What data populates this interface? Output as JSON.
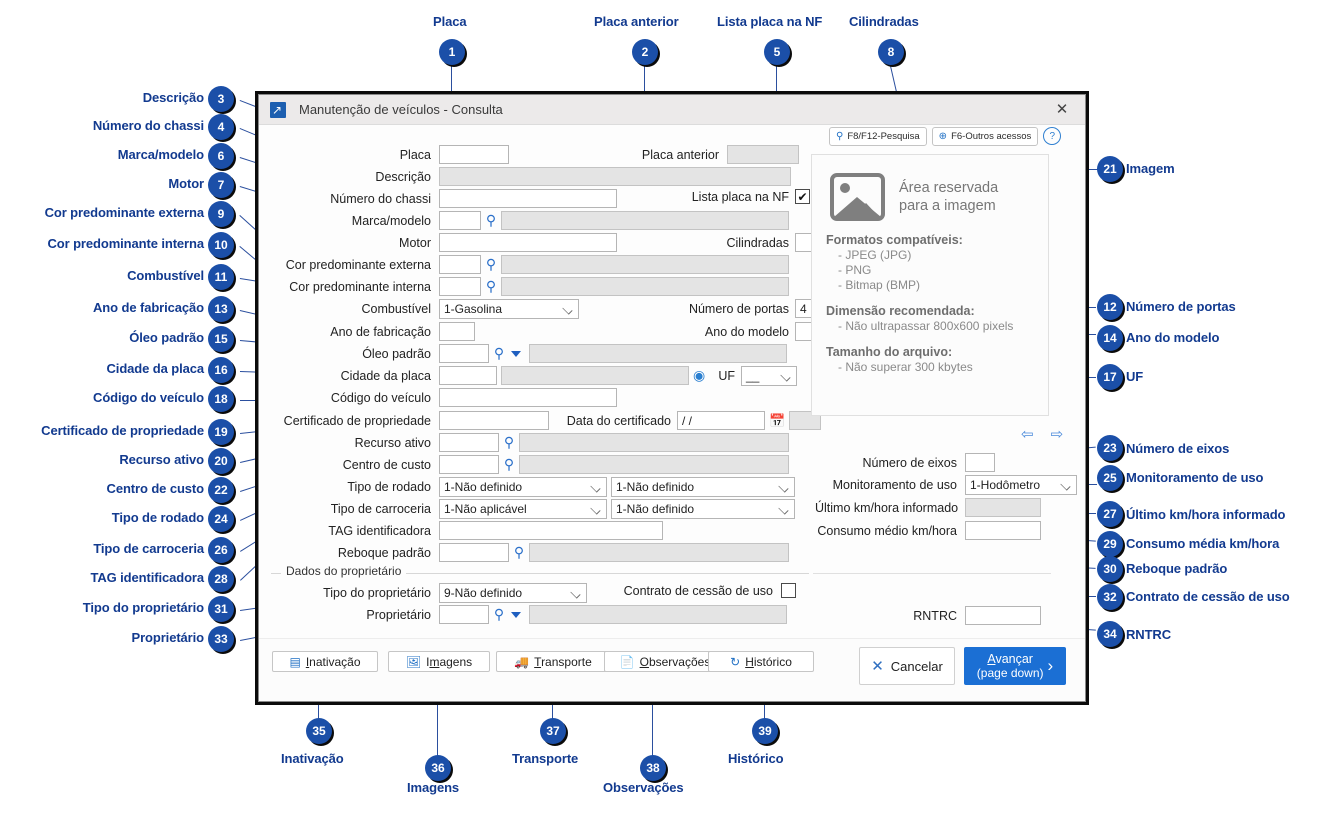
{
  "dialog": {
    "title": "Manutenção de veículos - Consulta",
    "close_icon": "close-icon",
    "chips": [
      {
        "label": "F8/F12-Pesquisa",
        "icon": "binoculars-icon"
      },
      {
        "label": "F6-Outros acessos",
        "icon": "magnifier-plus-icon"
      }
    ],
    "help_label": "?"
  },
  "form": {
    "placa": {
      "label": "Placa",
      "value": ""
    },
    "placa_anterior": {
      "label": "Placa anterior",
      "value": ""
    },
    "descricao": {
      "label": "Descrição",
      "value": ""
    },
    "numero_chassi": {
      "label": "Número do chassi",
      "value": ""
    },
    "lista_placa_nf": {
      "label": "Lista placa na NF",
      "checked": "✔"
    },
    "marca_modelo": {
      "label": "Marca/modelo",
      "code": "",
      "value": ""
    },
    "motor": {
      "label": "Motor",
      "value": ""
    },
    "cilindradas": {
      "label": "Cilindradas",
      "value": ""
    },
    "cor_externa": {
      "label": "Cor predominante externa",
      "code": "",
      "value": ""
    },
    "cor_interna": {
      "label": "Cor predominante interna",
      "code": "",
      "value": ""
    },
    "combustivel": {
      "label": "Combustível",
      "value": "1-Gasolina"
    },
    "numero_portas": {
      "label": "Número de portas",
      "value": "4"
    },
    "ano_fabricacao": {
      "label": "Ano de fabricação",
      "value": ""
    },
    "ano_modelo": {
      "label": "Ano do modelo",
      "value": ""
    },
    "oleo_padrao": {
      "label": "Óleo padrão",
      "code": "",
      "value": ""
    },
    "cidade_placa": {
      "label": "Cidade da placa",
      "code": "",
      "value": ""
    },
    "uf": {
      "label": "UF",
      "value": "__"
    },
    "codigo_veiculo": {
      "label": "Código do veículo",
      "value": ""
    },
    "certificado_propriedade": {
      "label": "Certificado de propriedade",
      "value": ""
    },
    "data_certificado": {
      "label": "Data do certificado",
      "value": "/ /"
    },
    "recurso_ativo": {
      "label": "Recurso ativo",
      "code": "",
      "value": ""
    },
    "centro_custo": {
      "label": "Centro de custo",
      "code": "",
      "value": ""
    },
    "tipo_rodado": {
      "label": "Tipo de rodado",
      "value": "1-Não definido",
      "value2": "1-Não definido"
    },
    "tipo_carroceria": {
      "label": "Tipo de carroceria",
      "value": "1-Não aplicável",
      "value2": "1-Não definido"
    },
    "tag_identificadora": {
      "label": "TAG identificadora",
      "value": ""
    },
    "reboque_padrao": {
      "label": "Reboque padrão",
      "code": "",
      "value": ""
    },
    "numero_eixos": {
      "label": "Número de eixos",
      "value": ""
    },
    "monitoramento_uso": {
      "label": "Monitoramento de uso",
      "value": "1-Hodômetro"
    },
    "ultimo_km": {
      "label": "Último km/hora informado",
      "value": ""
    },
    "consumo_medio": {
      "label": "Consumo médio km/hora",
      "value": ""
    },
    "rntrc": {
      "label": "RNTRC",
      "value": ""
    }
  },
  "owner_group": {
    "title": "Dados do proprietário",
    "tipo_proprietario": {
      "label": "Tipo do proprietário",
      "value": "9-Não definido"
    },
    "proprietario": {
      "label": "Proprietário",
      "code": "",
      "value": ""
    },
    "contrato_cessao": {
      "label": "Contrato de cessão de uso",
      "checked": ""
    }
  },
  "image_panel": {
    "placeholder_line1": "Área reservada",
    "placeholder_line2": "para a imagem",
    "formats_heading": "Formatos compatíveis:",
    "formats": [
      "- JPEG (JPG)",
      "- PNG",
      "- Bitmap (BMP)"
    ],
    "dimension_heading": "Dimensão recomendada:",
    "dimension_items": [
      "- Não ultrapassar 800x600 pixels"
    ],
    "size_heading": "Tamanho do arquivo:",
    "size_items": [
      "- Não superar 300 kbytes"
    ]
  },
  "buttons": {
    "inativacao": {
      "label_pre": "",
      "label_u": "I",
      "label_post": "nativação",
      "icon": "deactivate-icon"
    },
    "imagens": {
      "label_pre": "I",
      "label_u": "m",
      "label_post": "agens",
      "icon": "image-icon"
    },
    "transporte": {
      "label_pre": "",
      "label_u": "T",
      "label_post": "ransporte",
      "icon": "truck-icon"
    },
    "observacoes": {
      "label_pre": "",
      "label_u": "O",
      "label_post": "bservações",
      "icon": "document-icon"
    },
    "historico": {
      "label_pre": "",
      "label_u": "H",
      "label_post": "istórico",
      "icon": "history-icon"
    },
    "cancelar": {
      "label": "Cancelar",
      "icon": "x-icon"
    },
    "avancar": {
      "label_u": "A",
      "label_post": "vançar",
      "sub": "(page down)",
      "icon": "chevron-right-icon"
    }
  },
  "nav": {
    "prev_icon": "arrow-left-icon",
    "next_icon": "arrow-right-icon"
  },
  "annotations": {
    "colors": {
      "badge": "#1b4fa8",
      "label": "#123a8f",
      "leader": "#2b4f9e"
    },
    "items": [
      {
        "n": "1",
        "label": "Placa"
      },
      {
        "n": "2",
        "label": "Placa anterior"
      },
      {
        "n": "3",
        "label": "Descrição"
      },
      {
        "n": "4",
        "label": "Número do chassi"
      },
      {
        "n": "5",
        "label": "Lista placa na NF"
      },
      {
        "n": "6",
        "label": "Marca/modelo"
      },
      {
        "n": "7",
        "label": "Motor"
      },
      {
        "n": "8",
        "label": "Cilindradas"
      },
      {
        "n": "9",
        "label": "Cor predominante externa"
      },
      {
        "n": "10",
        "label": "Cor predominante interna"
      },
      {
        "n": "11",
        "label": "Combustível"
      },
      {
        "n": "12",
        "label": "Número de portas"
      },
      {
        "n": "13",
        "label": "Ano de fabricação"
      },
      {
        "n": "14",
        "label": "Ano do modelo"
      },
      {
        "n": "15",
        "label": "Óleo padrão"
      },
      {
        "n": "16",
        "label": "Cidade da placa"
      },
      {
        "n": "17",
        "label": "UF"
      },
      {
        "n": "18",
        "label": "Código do veículo"
      },
      {
        "n": "19",
        "label": "Certificado de propriedade"
      },
      {
        "n": "20",
        "label": "Recurso ativo"
      },
      {
        "n": "21",
        "label": "Imagem"
      },
      {
        "n": "22",
        "label": "Centro de custo"
      },
      {
        "n": "23",
        "label": "Número de eixos"
      },
      {
        "n": "24",
        "label": "Tipo de rodado"
      },
      {
        "n": "25",
        "label": "Monitoramento de uso"
      },
      {
        "n": "26",
        "label": "Tipo de carroceria"
      },
      {
        "n": "27",
        "label": "Último km/hora informado"
      },
      {
        "n": "28",
        "label": "TAG identificadora"
      },
      {
        "n": "29",
        "label": "Consumo média km/hora"
      },
      {
        "n": "30",
        "label": "Reboque padrão"
      },
      {
        "n": "31",
        "label": "Tipo do proprietário"
      },
      {
        "n": "32",
        "label": "Contrato de cessão de uso"
      },
      {
        "n": "33",
        "label": "Proprietário"
      },
      {
        "n": "34",
        "label": "RNTRC"
      },
      {
        "n": "35",
        "label": "Inativação"
      },
      {
        "n": "36",
        "label": "Imagens"
      },
      {
        "n": "37",
        "label": "Transporte"
      },
      {
        "n": "38",
        "label": "Observações"
      },
      {
        "n": "39",
        "label": "Histórico"
      }
    ]
  }
}
